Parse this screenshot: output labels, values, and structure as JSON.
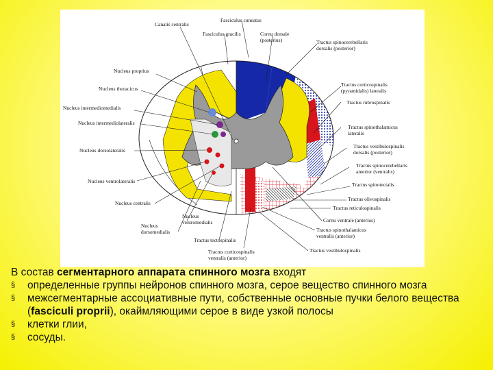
{
  "labels_left": {
    "canalis_centralis": "Canalis centralis",
    "nucleus_proprius": "Nucleus proprius",
    "nucleus_thoracicus": "Nucleus thoracicus",
    "nucleus_intermediomedialis": "Nucleus intermediomedialis",
    "nucleus_intermediolateralis": "Nucleus intermediolateralis",
    "nucleus_dorsolateralis": "Nucleus dorsolateralis",
    "nucleus_ventrolateralis": "Nucleus ventrolateralis",
    "nucleus_centralis": "Nucleus centralis",
    "nucleus_ventromedialis_1": "Nucleus",
    "nucleus_ventromedialis_2": "ventromedialis",
    "nucleus_dorsomedialis_1": "Nucleus",
    "nucleus_dorsomedialis_2": "dorsomedialis",
    "tractus_tectospinalis": "Tractus tectospinalis",
    "tractus_corticospinalis_ventralis_1": "Tractus corticospinalis",
    "tractus_corticospinalis_ventralis_2": "ventralis (anterior)"
  },
  "labels_top": {
    "fasciculus_cuneatus": "Fasciculus cuneatus",
    "fasciculus_gracilis": "Fasciculus gracilis",
    "cornu_dorsale_1": "Cornu dorsale",
    "cornu_dorsale_2": "(posterius)"
  },
  "labels_right": {
    "spinocerebellaris_dorsalis_1": "Tractus spinocerebellaris",
    "spinocerebellaris_dorsalis_2": "dorsalis (posterior)",
    "corticospinalis_lateralis_1": "Tractus corticospinalis",
    "corticospinalis_lateralis_2": "(pyramidalis) lateralis",
    "rubrospinalis": "Tractus rubrospinalis",
    "spinothalamicus_lateralis_1": "Tractus spinothalamicus",
    "spinothalamicus_lateralis_2": "lateralis",
    "vestibulospinalis_dorsalis_1": "Tractus vestibulospinalis",
    "vestibulospinalis_dorsalis_2": "dorsalis (posterior)",
    "spinocerebellaris_anterior_1": "Tractus spinocerebellaris",
    "spinocerebellaris_anterior_2": "anterior (ventralis)",
    "spinotectalis": "Tractus spinotectalis",
    "olivospinalis": "Tractus olivospinalis",
    "reticulospinalis": "Tractus reticulospinalis",
    "cornu_ventrale": "Cornu ventrale (anterius)",
    "spinothalamicus_ventralis_1": "Tractus spinothalamicus",
    "spinothalamicus_ventralis_2": "ventralis (anterior)",
    "vestibulospinalis": "Tractus vestibulospinalis"
  },
  "caption": {
    "intro_pre": "В состав ",
    "intro_bold": "сегментарного аппарата спинного мозга",
    "intro_post": " входят",
    "bullet_symbol": "§",
    "item1": "определенные группы нейронов спинного мозга, серое вещество спинного мозга",
    "item2_pre": "межсегментарные ассоциативные пути, собственные основные пучки белого вещества (",
    "item2_bold": "fasciculi proprii",
    "item2_post": "), окаймляющими серое в виде узкой полосы",
    "item3": "клетки глии,",
    "item4": "сосуды."
  },
  "colors": {
    "blue": "#1428a8",
    "yellow": "#f4e300",
    "red": "#d8141c",
    "gray": "#9a9a9a",
    "purple": "#7a2890"
  }
}
